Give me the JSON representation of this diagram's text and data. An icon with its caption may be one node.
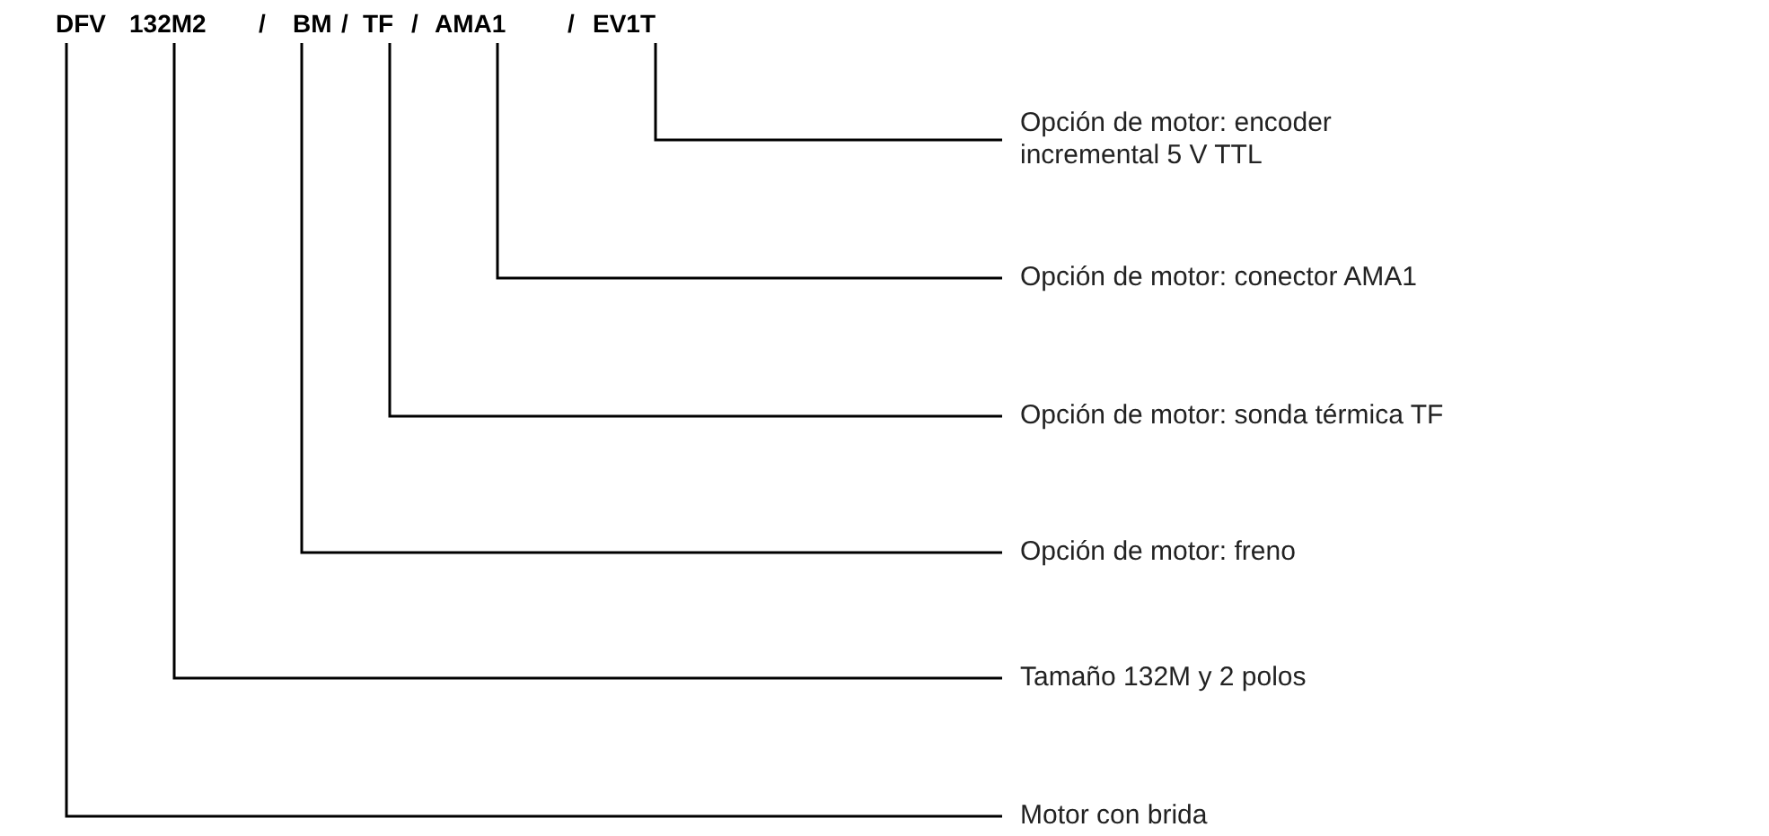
{
  "diagram": {
    "nodes": [
      {
        "text": [
          "DFV"
        ]
      },
      {
        "text": [
          "132M2"
        ]
      },
      {
        "text": [
          "BM"
        ]
      },
      {
        "text": [
          "TF"
        ]
      },
      {
        "text": [
          "AMA1"
        ]
      },
      {
        "text": [
          "EV1T"
        ]
      },
      {
        "text": [
          "Opción de motor: encoder incremental 5 V TTL"
        ]
      },
      {
        "text": [
          "Opción de motor: conector AMA1"
        ]
      },
      {
        "text": [
          "Opción de motor: sonda térmica TF"
        ]
      },
      {
        "text": [
          "Opción de motor: freno"
        ]
      },
      {
        "text": [
          "Tamaño 132M y 2 polos"
        ]
      },
      {
        "text": [
          "Motor con brida"
        ]
      }
    ],
    "edges": [
      {
        "from": 5,
        "to": 6,
        "arrow": "none"
      },
      {
        "from": 4,
        "to": 7,
        "arrow": "none"
      },
      {
        "from": 3,
        "to": 8,
        "arrow": "none"
      },
      {
        "from": 2,
        "to": 9,
        "arrow": "none"
      },
      {
        "from": 1,
        "to": 10,
        "arrow": "none"
      },
      {
        "from": 0,
        "to": 11,
        "arrow": "none"
      }
    ],
    "labels": [
      "/",
      "/",
      "/",
      "/"
    ]
  }
}
